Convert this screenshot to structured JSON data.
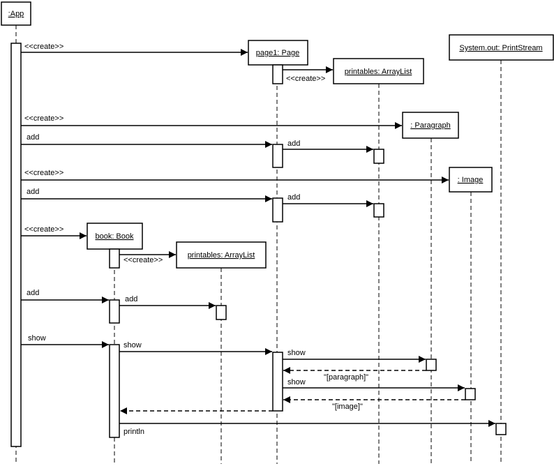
{
  "objects": {
    "app": ":App",
    "page1": "page1: Page",
    "page_printables": " printables: ArrayList",
    "system_out": "System.out: PrintStream",
    "paragraph": ": Paragraph",
    "image": ": Image",
    "book": "book: Book",
    "book_printables": " printables: ArrayList"
  },
  "messages": {
    "create_page1": "<<create>>",
    "create_page_printables": "<<create>>",
    "create_paragraph": "<<create>>",
    "add_paragraph_page": "add",
    "add_paragraph_list": "add",
    "create_image": "<<create>>",
    "add_image_page": "add",
    "add_image_list": "add",
    "create_book": "<<create>>",
    "create_book_printables": "<<create>>",
    "add_page_book": "add",
    "add_page_list": "add",
    "show_app_book": "show",
    "show_book_page": "show",
    "show_page_paragraph": "show",
    "return_paragraph": "\"[paragraph]\"",
    "show_page_image": "show",
    "return_image": "\"[image]\"",
    "println": "println"
  }
}
